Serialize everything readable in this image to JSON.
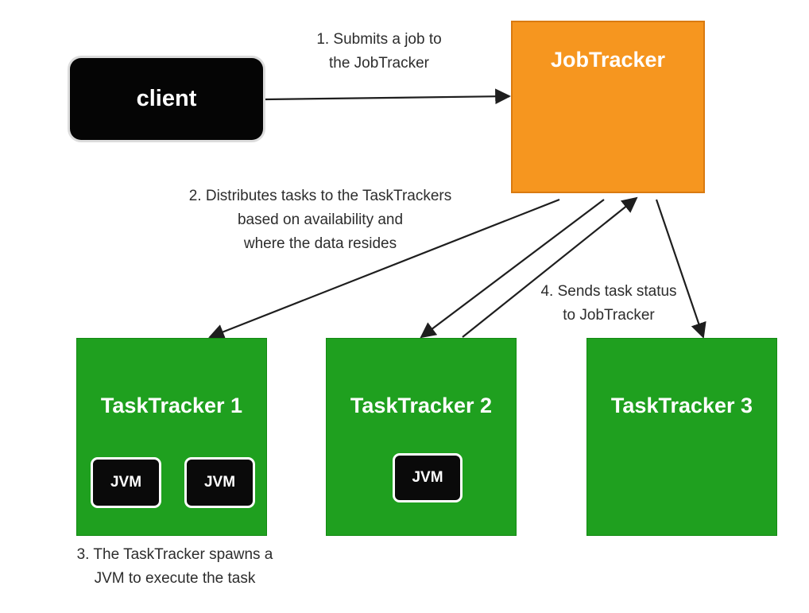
{
  "nodes": {
    "client": "client",
    "jobtracker": "JobTracker",
    "tasktrackers": [
      "TaskTracker 1",
      "TaskTracker 2",
      "TaskTracker 3"
    ],
    "jvm": "JVM"
  },
  "steps": {
    "submit": [
      "1. Submits a job to",
      "the JobTracker"
    ],
    "distribute": [
      "2. Distributes tasks to the TaskTrackers",
      "based on availability and",
      "where the data resides"
    ],
    "spawn": [
      "3. The TaskTracker spawns a",
      "JVM to execute the task"
    ],
    "status": [
      "4. Sends task status",
      "to JobTracker"
    ]
  },
  "colors": {
    "client": "#050505",
    "jobtracker": "#f6961f",
    "tasktracker": "#1fa01f",
    "jvm": "#0a0a0a",
    "arrow": "#1e1e1e"
  }
}
